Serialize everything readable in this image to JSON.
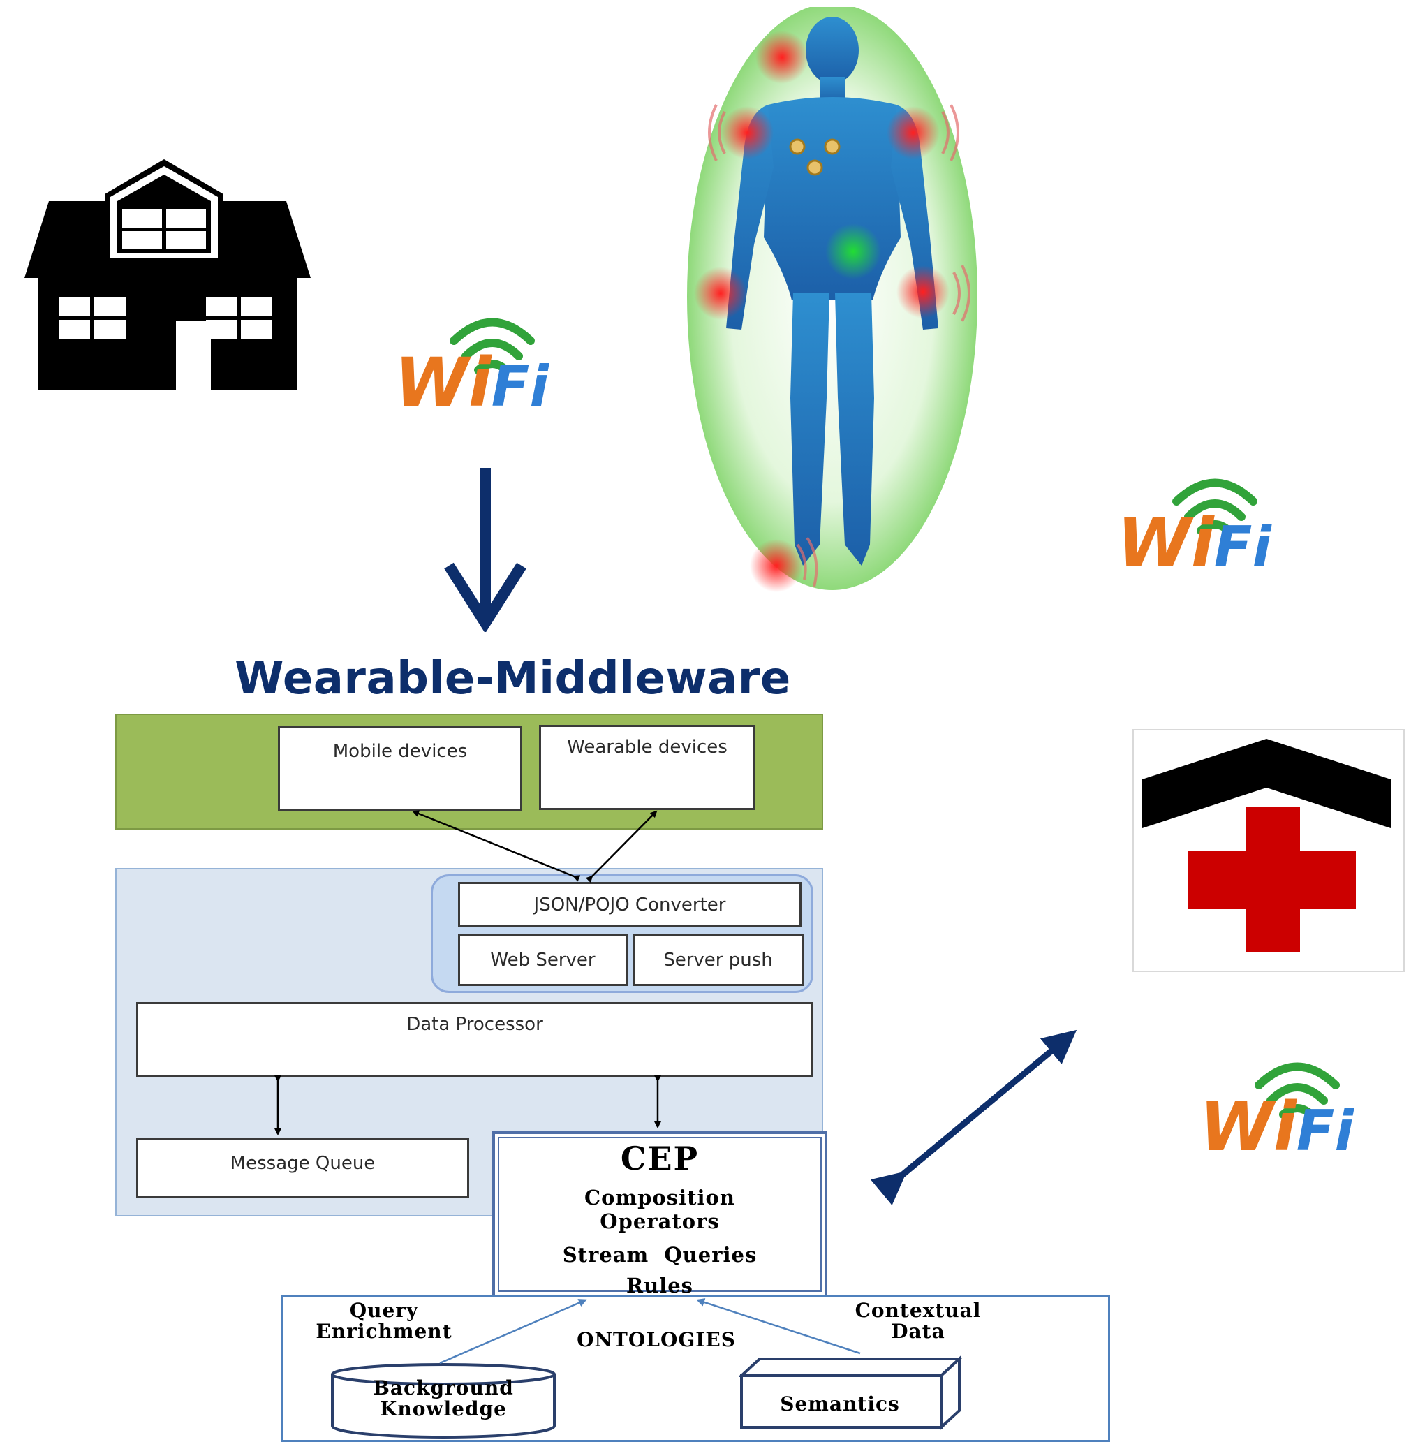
{
  "title": "Wearable-Middleware",
  "devices": {
    "mobile": "Mobile devices",
    "wearable": "Wearable devices"
  },
  "server": {
    "converter": "JSON/POJO Converter",
    "web_server": "Web Server",
    "server_push": "Server push"
  },
  "processing": {
    "data_processor": "Data Processor",
    "message_queue": "Message Queue"
  },
  "cep": {
    "title": "CEP",
    "composition_1": "Composition",
    "composition_2": "Operators",
    "stream_queries": "Stream  Queries",
    "rules": "Rules"
  },
  "ontology": {
    "label": "ONTOLOGIES",
    "query_enrichment_1": "Query",
    "query_enrichment_2": "Enrichment",
    "contextual_1": "Contextual",
    "contextual_2": "Data",
    "background_1": "Background",
    "background_2": "Knowledge",
    "semantics": "Semantics"
  },
  "wifi": {
    "wi": "Wi",
    "fi": "Fi",
    "colors": {
      "wi": "#e8761e",
      "fi": "#2f7fd6",
      "arcs": "#31a33a"
    }
  },
  "icons": [
    "house-icon",
    "human-body-sensors-icon",
    "hospital-icon",
    "wifi-icon"
  ],
  "colors": {
    "title": "#0d2e6b",
    "arrow": "#0d2e6b",
    "green_band": "#9bbb59",
    "blue_panel": "#dbe5f1",
    "hospital_cross": "#cc0000"
  }
}
